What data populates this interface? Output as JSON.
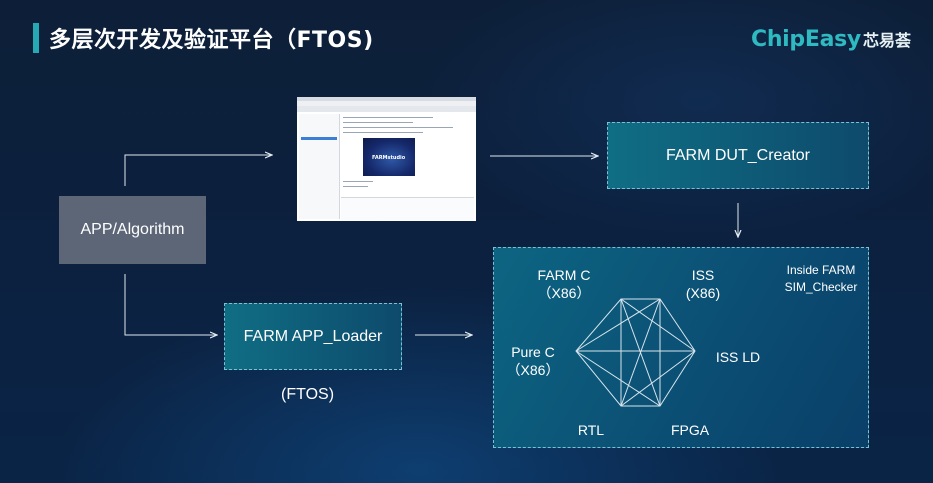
{
  "header": {
    "title": "多层次开发及验证平台（FTOS)",
    "logo_main": "ChipEasy",
    "logo_sub": "芯易荟"
  },
  "nodes": {
    "app": "APP/Algorithm",
    "dut_creator": "FARM DUT_Creator",
    "app_loader": "FARM APP_Loader",
    "ftos_label": "(FTOS)",
    "ide_splash_text": "FARMstudio"
  },
  "farm_panel": {
    "corner_line1": "Inside FARM",
    "corner_line2": "SIM_Checker",
    "vertices": {
      "farm_c_line1": "FARM C",
      "farm_c_line2": "（X86）",
      "iss_line1": "ISS",
      "iss_line2": "(X86)",
      "pure_c_line1": "Pure C",
      "pure_c_line2": "（X86）",
      "iss_ld": "ISS LD",
      "rtl": "RTL",
      "fpga": "FPGA"
    }
  },
  "colors": {
    "accent": "#27a9b4",
    "logo": "#2fb9c0",
    "app_box": "#5c6677",
    "panel_start": "#0f6e84",
    "panel_end": "#0e4a6c"
  }
}
